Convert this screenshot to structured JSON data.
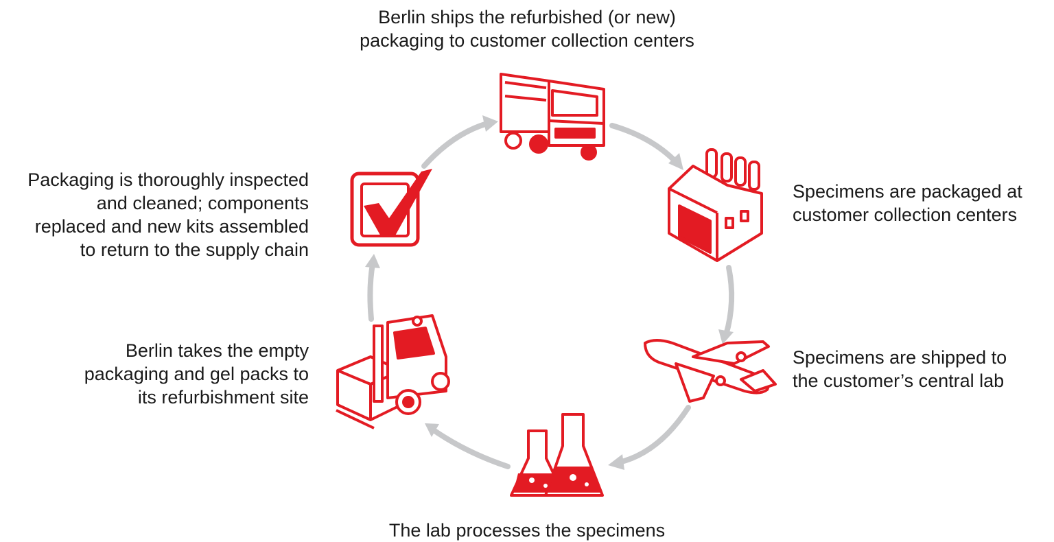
{
  "diagram": {
    "steps": [
      {
        "id": "ship",
        "icon": "truck-icon",
        "lines": [
          "Berlin ships the refurbished (or new)",
          "packaging to customer collection centers"
        ]
      },
      {
        "id": "package",
        "icon": "factory-icon",
        "lines": [
          "Specimens are packaged at",
          "customer collection centers"
        ]
      },
      {
        "id": "air",
        "icon": "airplane-icon",
        "lines": [
          "Specimens are shipped to",
          "the customer’s central lab"
        ]
      },
      {
        "id": "lab",
        "icon": "flasks-icon",
        "lines": [
          "The lab processes the specimens"
        ]
      },
      {
        "id": "collect",
        "icon": "forklift-icon",
        "lines": [
          "Berlin takes the empty",
          "packaging and gel packs to",
          "its refurbishment site"
        ]
      },
      {
        "id": "inspect",
        "icon": "checkbox-icon",
        "lines": [
          "Packaging is thoroughly inspected",
          "and cleaned; components",
          "replaced and new kits assembled",
          "to return to the supply chain"
        ]
      }
    ],
    "colors": {
      "accent": "#e31b23",
      "arrow": "#c7c8ca",
      "text": "#1a1a1a"
    }
  }
}
